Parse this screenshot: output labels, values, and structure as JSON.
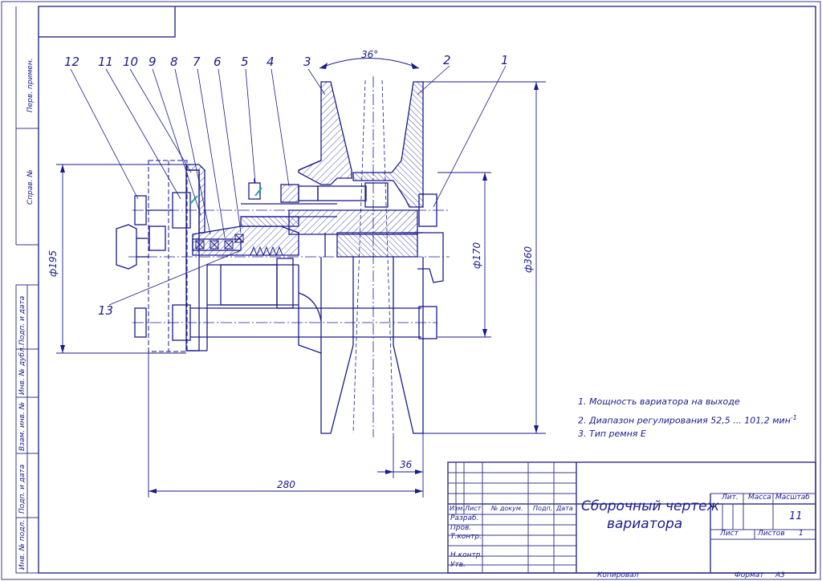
{
  "side_stamps": [
    "Перв. примен.",
    "Справ. №",
    "Подп. и дата",
    "Инв. № дубл.",
    "Взам. инв. №",
    "Подп. и дата",
    "Инв. № подл."
  ],
  "part_numbers": [
    "12",
    "11",
    "10",
    "9",
    "8",
    "7",
    "6",
    "5",
    "4",
    "3",
    "2",
    "1",
    "13"
  ],
  "dimensions": {
    "angle": "36°",
    "d195": "ф195",
    "d170": "ф170",
    "d360": "ф360",
    "w36": "36",
    "w280": "280"
  },
  "notes": [
    "1. Мощность вариатора на выходе",
    "2. Диапазон регулирования 52,5 ... 101,2 мин",
    "3. Тип ремня Е"
  ],
  "notes_superscript": "-1",
  "title_block": {
    "title_line1": "Сборочный чертеж",
    "title_line2": "вариатора",
    "head_labels": [
      "Изм.",
      "Лист",
      "№ докум.",
      "Подп.",
      "Дата"
    ],
    "rows": [
      "Разраб.",
      "Пров.",
      "Т.контр.",
      "",
      "Н.контр.",
      "Утв."
    ],
    "lit": "Лит.",
    "mass": "Масса",
    "scale": "Масштаб",
    "scale_value": "11",
    "sheet": "Лист",
    "sheets": "Листов",
    "sheets_value": "1",
    "copied": "Копировал",
    "format": "Формат",
    "format_value": "А3"
  },
  "colors": {
    "line": "#1a1a8c",
    "frame": "#3a3a8a",
    "hatch": "#1a1a8c",
    "accent": "#1fa7a7"
  }
}
